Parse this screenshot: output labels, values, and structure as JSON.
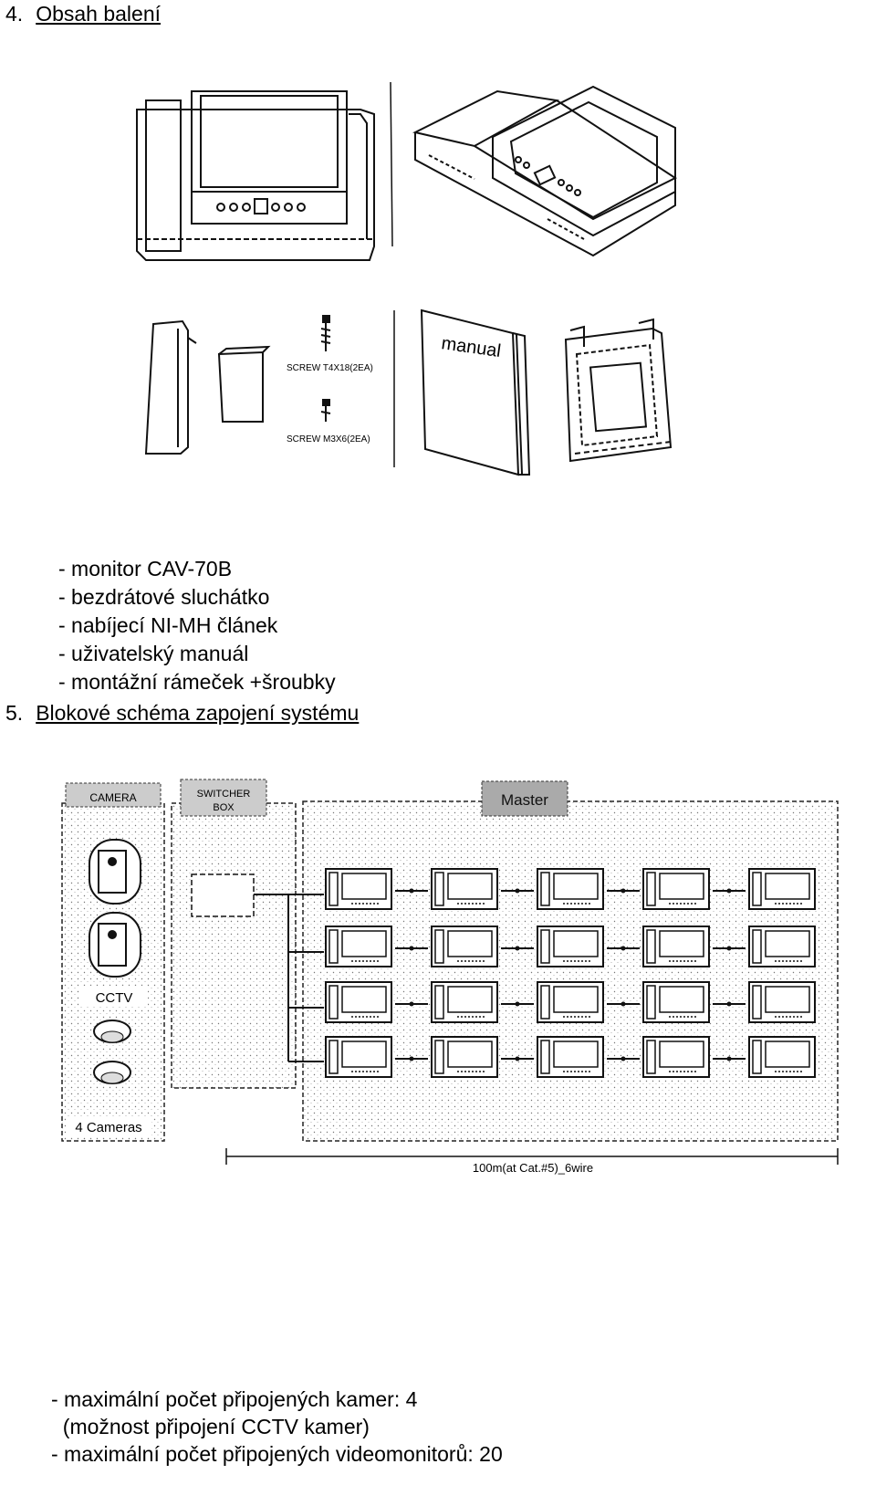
{
  "section4": {
    "number": "4.",
    "title": "Obsah balení"
  },
  "package_illustration": {
    "screw1_label": "SCREW T4X18(2EA)",
    "screw2_label": "SCREW M3X6(2EA)",
    "manual_cover": "manual"
  },
  "contents": [
    "- monitor CAV-70B",
    "- bezdrátové sluchátko",
    "- nabíjecí NI-MH článek",
    "- uživatelský manuál",
    "- montážní rámeček +šroubky"
  ],
  "section5": {
    "number": "5.",
    "title": "Blokové schéma zapojení systému"
  },
  "diagram": {
    "camera_label": "CAMERA",
    "switcher_label_1": "SWITCHER",
    "switcher_label_2": "BOX",
    "master_label": "Master",
    "cctv_label": "CCTV",
    "cameras_count_label": "4 Cameras",
    "distance_label": "100m(at Cat.#5)_6wire"
  },
  "notes": [
    "- maximální počet připojených kamer: 4",
    "  (možnost připojení CCTV kamer)",
    "- maximální počet připojených videomonitorů: 20"
  ]
}
